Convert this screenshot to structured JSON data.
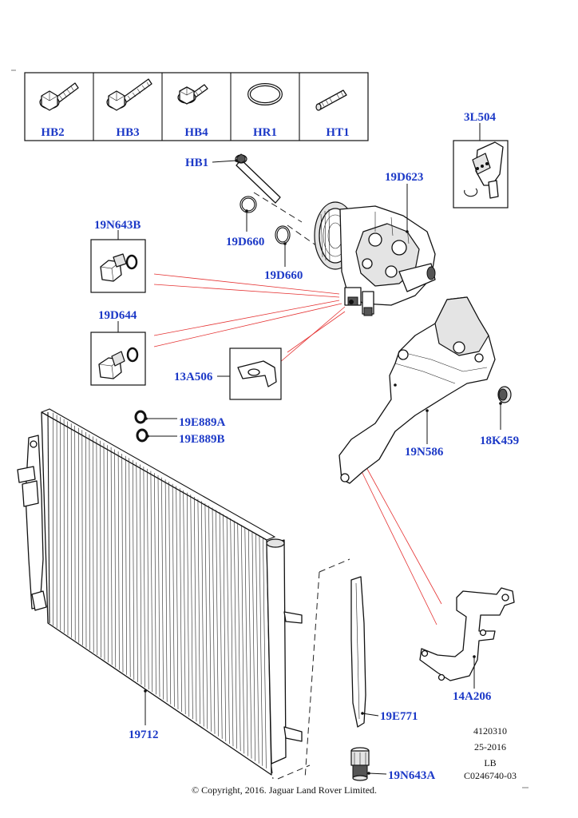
{
  "fastener_kit": [
    {
      "code": "HB2",
      "icon": "flange-bolt-icon"
    },
    {
      "code": "HB3",
      "icon": "long-flange-bolt-icon"
    },
    {
      "code": "HB4",
      "icon": "short-flange-bolt-icon"
    },
    {
      "code": "HR1",
      "icon": "o-ring-icon"
    },
    {
      "code": "HT1",
      "icon": "stud-icon"
    }
  ],
  "callouts": {
    "hb1": "HB1",
    "c19d623": "19D623",
    "c3l504": "3L504",
    "c19n643b": "19N643B",
    "c19d660a": "19D660",
    "c19d660b": "19D660",
    "c19d644": "19D644",
    "c13a506": "13A506",
    "c19e889a": "19E889A",
    "c19e889b": "19E889B",
    "c19n586": "19N586",
    "c18k459": "18K459",
    "c19712": "19712",
    "c19e771": "19E771",
    "c14a206": "14A206",
    "c19n643a": "19N643A"
  },
  "reference": {
    "line1": "4120310",
    "line2": "25-2016",
    "line3": "LB",
    "line4": "C0246740-03"
  },
  "copyright": "© Copyright, 2016. Jaguar Land Rover Limited.",
  "colors": {
    "label": "#1c39c7",
    "highlight_line": "#e53333",
    "ink": "#111111"
  }
}
